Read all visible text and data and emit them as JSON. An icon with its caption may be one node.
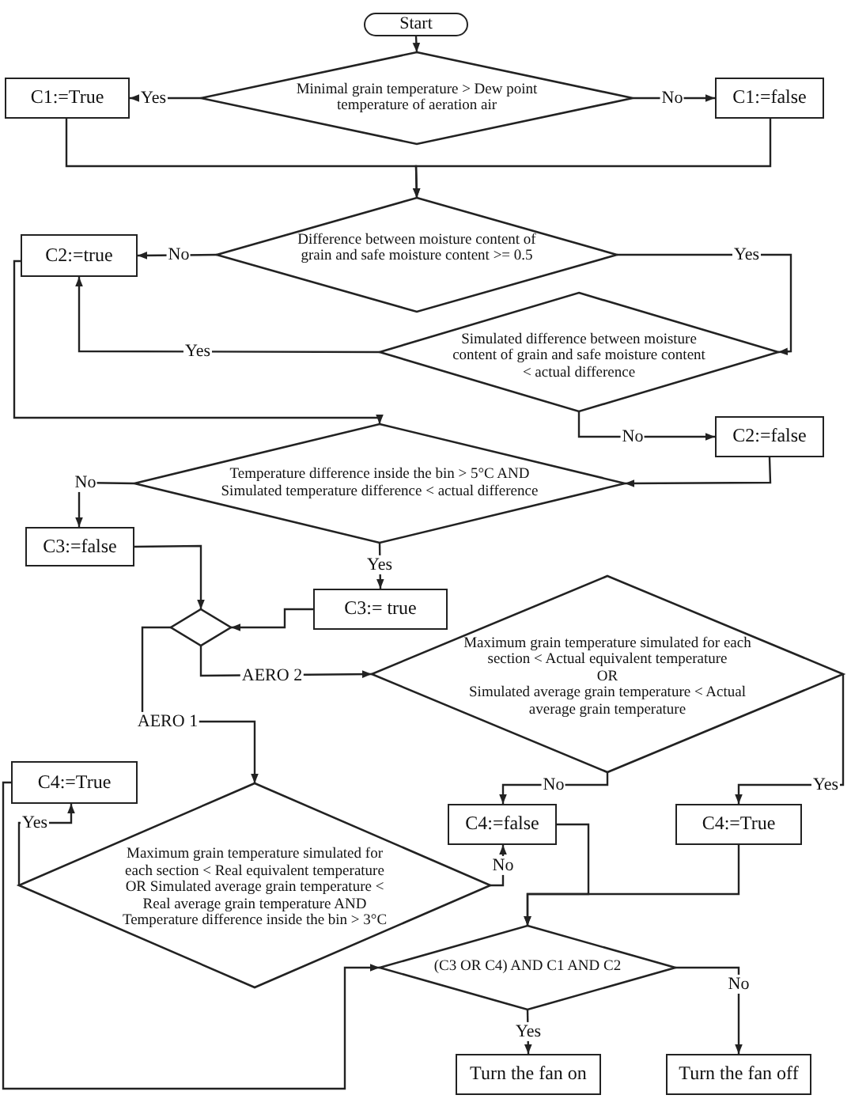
{
  "diagram": {
    "nodes": [
      {
        "text": [
          "Start"
        ]
      },
      {
        "text": [
          "Minimal grain temperature > Dew point temperature of aeration air"
        ]
      },
      {
        "text": [
          "C1:=True"
        ]
      },
      {
        "text": [
          "C1:=false"
        ]
      },
      {
        "text": [
          "Difference between moisture content of grain and safe moisture content >= 0.5"
        ]
      },
      {
        "text": [
          "C2:=true"
        ]
      },
      {
        "text": [
          "Simulated difference between moisture content of grain and safe moisture content < actual difference"
        ]
      },
      {
        "text": [
          "C2:=false"
        ]
      },
      {
        "text": [
          "Temperature difference inside the bin  > 5°C   AND Simulated temperature difference < actual difference"
        ]
      },
      {
        "text": [
          "C3:=false"
        ]
      },
      {
        "text": [
          "C3:= true"
        ]
      },
      {
        "text": [],
        "shape": "diamond"
      },
      {
        "text": [
          "Maximum grain temperature simulated for each section < Actual equivalent temperature",
          "OR",
          "Simulated average grain temperature < Actual average grain temperature"
        ]
      },
      {
        "text": [
          "C4:=True"
        ]
      },
      {
        "text": [
          "Maximum grain temperature simulated for each section < Real equivalent temperature OR  Simulated average grain temperature  < Real average grain temperature AND Temperature difference inside the bin > 3°C"
        ]
      },
      {
        "text": [
          "C4:=false"
        ]
      },
      {
        "text": [
          "C4:=True"
        ]
      },
      {
        "text": [
          "(C3 OR C4) AND C1 AND C2"
        ]
      },
      {
        "text": [
          "Turn the fan on"
        ]
      },
      {
        "text": [
          "Turn the fan off"
        ]
      }
    ],
    "edges": [
      {
        "from": 0,
        "to": 1,
        "arrow": "to"
      },
      {
        "from": 1,
        "to": 2,
        "arrow": "to",
        "label": "Yes"
      },
      {
        "from": 1,
        "to": 3,
        "arrow": "to",
        "label": "No"
      },
      {
        "from": 2,
        "to": 4,
        "arrow": "to"
      },
      {
        "from": 3,
        "to": 4,
        "arrow": "to"
      },
      {
        "from": 4,
        "to": 5,
        "arrow": "to",
        "label": "No"
      },
      {
        "from": 4,
        "to": 6,
        "arrow": "to",
        "label": "Yes"
      },
      {
        "from": 6,
        "to": 5,
        "arrow": "to",
        "label": "Yes"
      },
      {
        "from": 6,
        "to": 7,
        "arrow": "to",
        "label": "No"
      },
      {
        "from": 5,
        "to": 8,
        "arrow": "to"
      },
      {
        "from": 7,
        "to": 8,
        "arrow": "to"
      },
      {
        "from": 8,
        "to": 9,
        "arrow": "to",
        "label": "No"
      },
      {
        "from": 8,
        "to": 10,
        "arrow": "to",
        "label": "Yes"
      },
      {
        "from": 9,
        "to": 11,
        "arrow": "to"
      },
      {
        "from": 10,
        "to": 11,
        "arrow": "to"
      },
      {
        "from": 11,
        "to": 12,
        "arrow": "to",
        "label": "AERO 2"
      },
      {
        "from": 11,
        "to": 14,
        "arrow": "to",
        "label": "AERO 1"
      },
      {
        "from": 12,
        "to": 15,
        "arrow": "to",
        "label": "No"
      },
      {
        "from": 12,
        "to": 16,
        "arrow": "to",
        "label": "Yes"
      },
      {
        "from": 14,
        "to": 13,
        "arrow": "to",
        "label": "Yes"
      },
      {
        "from": 14,
        "to": 15,
        "arrow": "to",
        "label": "No"
      },
      {
        "from": 13,
        "to": 17,
        "arrow": "to"
      },
      {
        "from": 15,
        "to": 17,
        "arrow": "to"
      },
      {
        "from": 16,
        "to": 17,
        "arrow": "to"
      },
      {
        "from": 17,
        "to": 18,
        "arrow": "to",
        "label": "Yes"
      },
      {
        "from": 17,
        "to": 19,
        "arrow": "to",
        "label": "No"
      }
    ]
  }
}
